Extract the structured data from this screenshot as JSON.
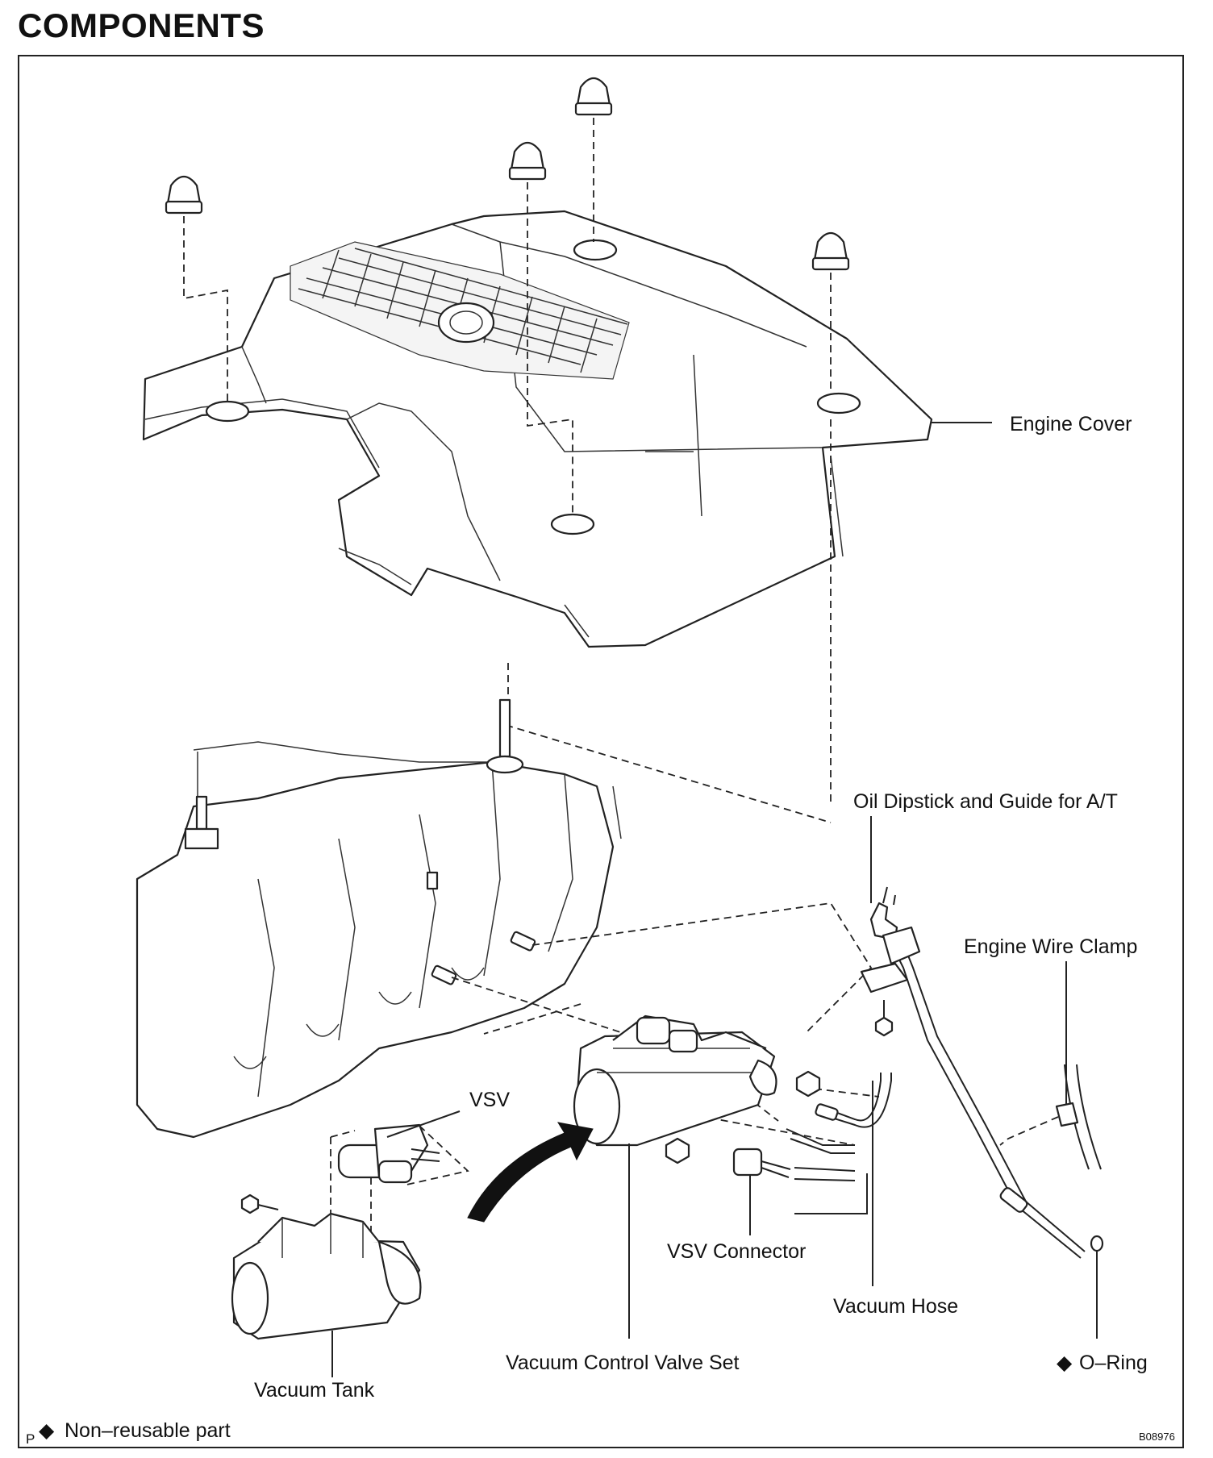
{
  "page": {
    "title": "COMPONENTS",
    "code": "B08976"
  },
  "labels": {
    "engine_cover": "Engine Cover",
    "oil_dipstick": "Oil Dipstick and Guide for A/T",
    "engine_wire_clamp": "Engine Wire Clamp",
    "vsv": "VSV",
    "vsv_connector": "VSV Connector",
    "vacuum_hose": "Vacuum Hose",
    "o_ring": "O–Ring",
    "vacuum_control_valve_set": "Vacuum Control Valve Set",
    "vacuum_tank": "Vacuum Tank"
  },
  "legend": {
    "prefix": "P",
    "symbol": "◆",
    "text": "Non–reusable part"
  },
  "o_ring_marker": "◆"
}
